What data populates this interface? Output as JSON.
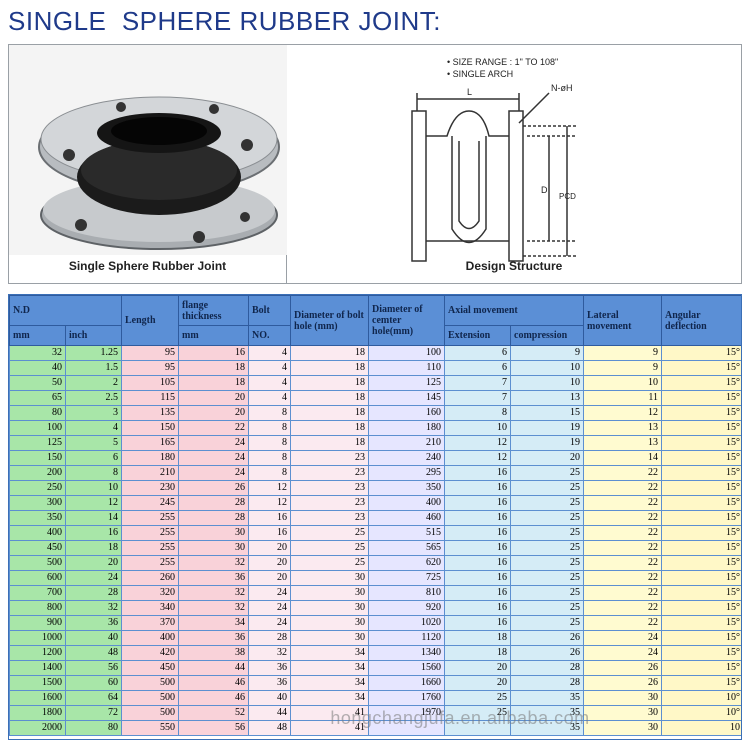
{
  "title": "SINGLE  SPHERE RUBBER JOINT:",
  "photo": {
    "left_caption": "Single Sphere Rubber Joint",
    "right_caption": "Design Structure",
    "diagram_notes": [
      "• SIZE RANGE : 1\" TO 108\"",
      "• SINGLE ARCH"
    ],
    "diagram_labels": {
      "length": "L",
      "holes": "N-øH",
      "d": "D",
      "pcd": "PCD"
    }
  },
  "table": {
    "headers": {
      "nd": "N.D",
      "mm": "mm",
      "inch": "inch",
      "length": "Length",
      "flange_thickness": "flange thickness",
      "flange_mm": "mm",
      "bolt": "Bolt",
      "bolt_no": "NO.",
      "bolt_hole_dia": "Diameter of bolt hole (mm)",
      "center_hole_dia": "Diameter of cemter hole(mm)",
      "axial_movement": "Axial movement",
      "extension": "Extension",
      "compression": "compression",
      "lateral_movement": "Lateral movement",
      "angular_deflection": "Angular deflection"
    },
    "rows": [
      [
        "32",
        "1.25",
        "95",
        "16",
        "4",
        "18",
        "100",
        "6",
        "9",
        "9",
        "15°"
      ],
      [
        "40",
        "1.5",
        "95",
        "18",
        "4",
        "18",
        "110",
        "6",
        "10",
        "9",
        "15°"
      ],
      [
        "50",
        "2",
        "105",
        "18",
        "4",
        "18",
        "125",
        "7",
        "10",
        "10",
        "15°"
      ],
      [
        "65",
        "2.5",
        "115",
        "20",
        "4",
        "18",
        "145",
        "7",
        "13",
        "11",
        "15°"
      ],
      [
        "80",
        "3",
        "135",
        "20",
        "8",
        "18",
        "160",
        "8",
        "15",
        "12",
        "15°"
      ],
      [
        "100",
        "4",
        "150",
        "22",
        "8",
        "18",
        "180",
        "10",
        "19",
        "13",
        "15°"
      ],
      [
        "125",
        "5",
        "165",
        "24",
        "8",
        "18",
        "210",
        "12",
        "19",
        "13",
        "15°"
      ],
      [
        "150",
        "6",
        "180",
        "24",
        "8",
        "23",
        "240",
        "12",
        "20",
        "14",
        "15°"
      ],
      [
        "200",
        "8",
        "210",
        "24",
        "8",
        "23",
        "295",
        "16",
        "25",
        "22",
        "15°"
      ],
      [
        "250",
        "10",
        "230",
        "26",
        "12",
        "23",
        "350",
        "16",
        "25",
        "22",
        "15°"
      ],
      [
        "300",
        "12",
        "245",
        "28",
        "12",
        "23",
        "400",
        "16",
        "25",
        "22",
        "15°"
      ],
      [
        "350",
        "14",
        "255",
        "28",
        "16",
        "23",
        "460",
        "16",
        "25",
        "22",
        "15°"
      ],
      [
        "400",
        "16",
        "255",
        "30",
        "16",
        "25",
        "515",
        "16",
        "25",
        "22",
        "15°"
      ],
      [
        "450",
        "18",
        "255",
        "30",
        "20",
        "25",
        "565",
        "16",
        "25",
        "22",
        "15°"
      ],
      [
        "500",
        "20",
        "255",
        "32",
        "20",
        "25",
        "620",
        "16",
        "25",
        "22",
        "15°"
      ],
      [
        "600",
        "24",
        "260",
        "36",
        "20",
        "30",
        "725",
        "16",
        "25",
        "22",
        "15°"
      ],
      [
        "700",
        "28",
        "320",
        "32",
        "24",
        "30",
        "810",
        "16",
        "25",
        "22",
        "15°"
      ],
      [
        "800",
        "32",
        "340",
        "32",
        "24",
        "30",
        "920",
        "16",
        "25",
        "22",
        "15°"
      ],
      [
        "900",
        "36",
        "370",
        "34",
        "24",
        "30",
        "1020",
        "16",
        "25",
        "22",
        "15°"
      ],
      [
        "1000",
        "40",
        "400",
        "36",
        "28",
        "30",
        "1120",
        "18",
        "26",
        "24",
        "15°"
      ],
      [
        "1200",
        "48",
        "420",
        "38",
        "32",
        "34",
        "1340",
        "18",
        "26",
        "24",
        "15°"
      ],
      [
        "1400",
        "56",
        "450",
        "44",
        "36",
        "34",
        "1560",
        "20",
        "28",
        "26",
        "15°"
      ],
      [
        "1500",
        "60",
        "500",
        "46",
        "36",
        "34",
        "1660",
        "20",
        "28",
        "26",
        "15°"
      ],
      [
        "1600",
        "64",
        "500",
        "46",
        "40",
        "34",
        "1760",
        "25",
        "35",
        "30",
        "10°"
      ],
      [
        "1800",
        "72",
        "500",
        "52",
        "44",
        "41",
        "1970",
        "25",
        "35",
        "30",
        "10°"
      ],
      [
        "2000",
        "80",
        "550",
        "56",
        "48",
        "41",
        "",
        "",
        "35",
        "30",
        "10"
      ]
    ]
  },
  "watermark": "hongchangjufa.en.alibaba.com",
  "colors": {
    "title": "#1f3a8a",
    "header_bg": "#5b8fd6",
    "nd_col": "#a8e6a8"
  }
}
